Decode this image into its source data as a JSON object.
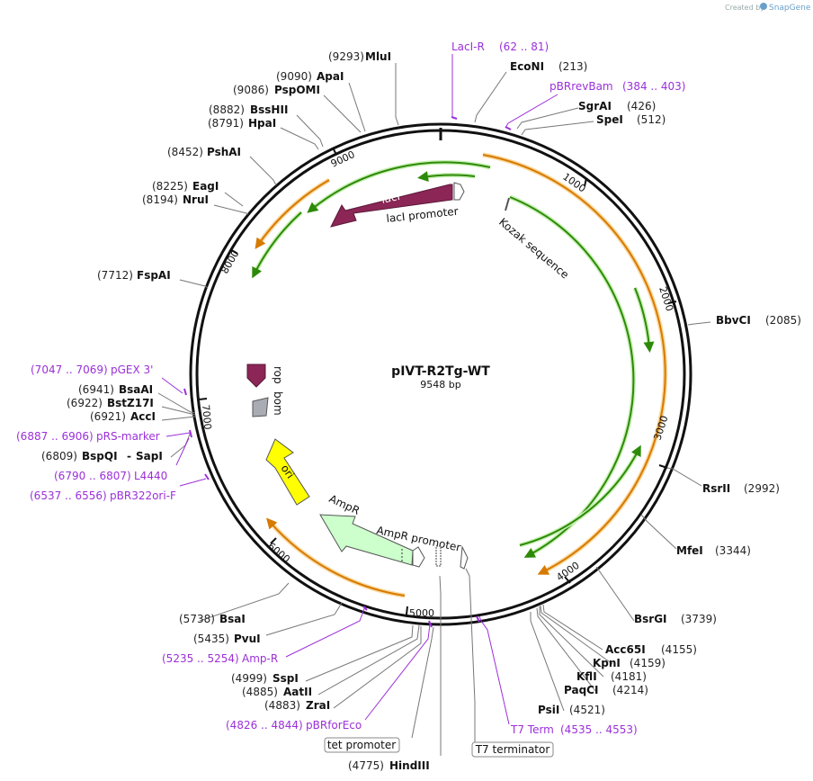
{
  "credit": {
    "prefix": "Created by",
    "brand": "SnapGene"
  },
  "plasmid": {
    "name": "pIVT-R2Tg-WT",
    "length": "9548 bp"
  },
  "ticks": [
    "1000",
    "2000",
    "3000",
    "4000",
    "5000",
    "6000",
    "7000",
    "8000",
    "9000"
  ],
  "enzymes": {
    "mlui": {
      "name": "MluI",
      "pos": "(9293)"
    },
    "apai": {
      "name": "ApaI",
      "pos": "(9090)"
    },
    "pspomi": {
      "name": "PspOMI",
      "pos": "(9086)"
    },
    "bsshii": {
      "name": "BssHII",
      "pos": "(8882)"
    },
    "hpai": {
      "name": "HpaI",
      "pos": "(8791)"
    },
    "pshai": {
      "name": "PshAI",
      "pos": "(8452)"
    },
    "eagi": {
      "name": "EagI",
      "pos": "(8225)"
    },
    "nrui": {
      "name": "NruI",
      "pos": "(8194)"
    },
    "fspai": {
      "name": "FspAI",
      "pos": "(7712)"
    },
    "bsaai": {
      "name": "BsaAI",
      "pos": "(6941)"
    },
    "bstz17i": {
      "name": "BstZ17I",
      "pos": "(6922)"
    },
    "acci": {
      "name": "AccI",
      "pos": "(6921)"
    },
    "bspqi": {
      "name": "BspQI",
      "sep": "-",
      "name2": "SapI",
      "pos": "(6809)"
    },
    "bsai": {
      "name": "BsaI",
      "pos": "(5738)"
    },
    "pvui": {
      "name": "PvuI",
      "pos": "(5435)"
    },
    "sspi": {
      "name": "SspI",
      "pos": "(4999)"
    },
    "aatii": {
      "name": "AatII",
      "pos": "(4885)"
    },
    "zrai": {
      "name": "ZraI",
      "pos": "(4883)"
    },
    "hindiii": {
      "name": "HindIII",
      "pos": "(4775)"
    },
    "psii": {
      "name": "PsiI",
      "pos": "(4521)"
    },
    "paqci": {
      "name": "PaqCI",
      "pos": "(4214)"
    },
    "kfli": {
      "name": "KflI",
      "pos": "(4181)"
    },
    "kpni": {
      "name": "KpnI",
      "pos": "(4159)"
    },
    "acc65i": {
      "name": "Acc65I",
      "pos": "(4155)"
    },
    "bsrgi": {
      "name": "BsrGI",
      "pos": "(3739)"
    },
    "mfei": {
      "name": "MfeI",
      "pos": "(3344)"
    },
    "rsrii": {
      "name": "RsrII",
      "pos": "(2992)"
    },
    "bbvci": {
      "name": "BbvCI",
      "pos": "(2085)"
    },
    "spei": {
      "name": "SpeI",
      "pos": "(512)"
    },
    "sgrai": {
      "name": "SgrAI",
      "pos": "(426)"
    },
    "econi": {
      "name": "EcoNI",
      "pos": "(213)"
    }
  },
  "primers": {
    "laci_r": {
      "name": "LacI-R",
      "range": "(62 .. 81)"
    },
    "pbrrevbam": {
      "name": "pBRrevBam",
      "range": "(384 .. 403)"
    },
    "pgex3": {
      "name": "pGEX 3'",
      "range": "(7047 .. 7069)"
    },
    "prs_marker": {
      "name": "pRS-marker",
      "range": "(6887 .. 6906)"
    },
    "l4440": {
      "name": "L4440",
      "range": "(6790 .. 6807)"
    },
    "pbr322ori_f": {
      "name": "pBR322ori-F",
      "range": "(6537 .. 6556)"
    },
    "amp_r": {
      "name": "Amp-R",
      "range": "(5235 .. 5254)"
    },
    "pbrforeco": {
      "name": "pBRforEco",
      "range": "(4826 .. 4844)"
    },
    "t7_term": {
      "name": "T7 Term",
      "range": "(4535 .. 4553)"
    }
  },
  "features": {
    "laci": "lacI",
    "laci_promoter": "lacI promoter",
    "kozak": "Kozak sequence",
    "rop": "rop",
    "bom": "bom",
    "ori": "ori",
    "ampr": "AmpR",
    "ampr_promoter": "AmpR promoter",
    "tet_promoter": "tet promoter",
    "t7_terminator": "T7 terminator"
  },
  "colors": {
    "laci": "#8b2656",
    "rop": "#8b2656",
    "ori": "#ffff00",
    "ampr": "#ccffcc",
    "primer": "#9b30d9",
    "orf_green": "#2d8a08",
    "orf_orange": "#d67a00",
    "bom": "#a9acb3"
  }
}
